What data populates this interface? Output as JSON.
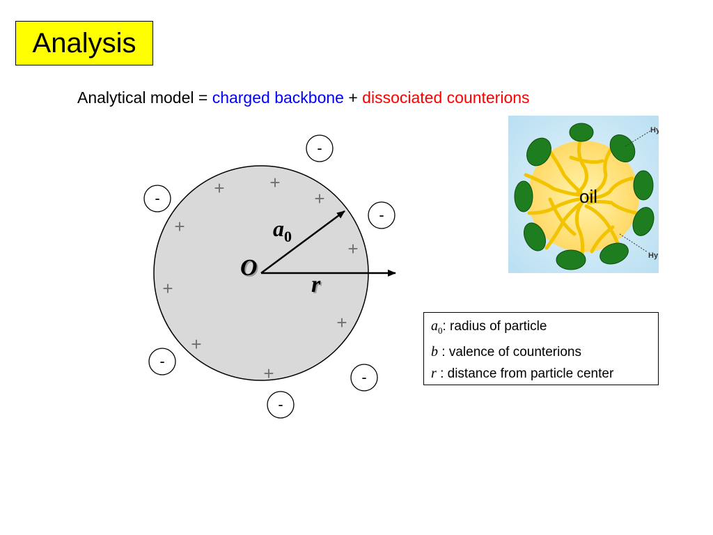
{
  "header": {
    "title": "Analysis"
  },
  "subtitle": {
    "prefix": "Analytical model = ",
    "term1": "charged backbone",
    "plus": " + ",
    "term2": "dissociated counterions"
  },
  "particle": {
    "center_label": "O",
    "radius_label": "a",
    "radius_sub": "0",
    "distance_label": "r",
    "plus_sign": "+",
    "minus_sign": "-"
  },
  "micelle": {
    "core_label": "oil",
    "callout_top": "Hy",
    "callout_bottom": "Hy"
  },
  "legend": {
    "items": [
      {
        "symbol": "a",
        "sub": "0",
        "text": ": radius of particle"
      },
      {
        "symbol": "b",
        "sub": "",
        "text": " : valence of counterions"
      },
      {
        "symbol": "r",
        "sub": "",
        "text": " : distance from particle center"
      }
    ]
  },
  "colors": {
    "title_bg": "#ffff00",
    "blue_text": "#0000ff",
    "red_text": "#ff0000",
    "particle_fill": "#d9d9d9",
    "micelle_bg": "#cde7f5",
    "oil_core": "#ffe680",
    "tail": "#f2c400",
    "head": "#1e7d1e"
  }
}
